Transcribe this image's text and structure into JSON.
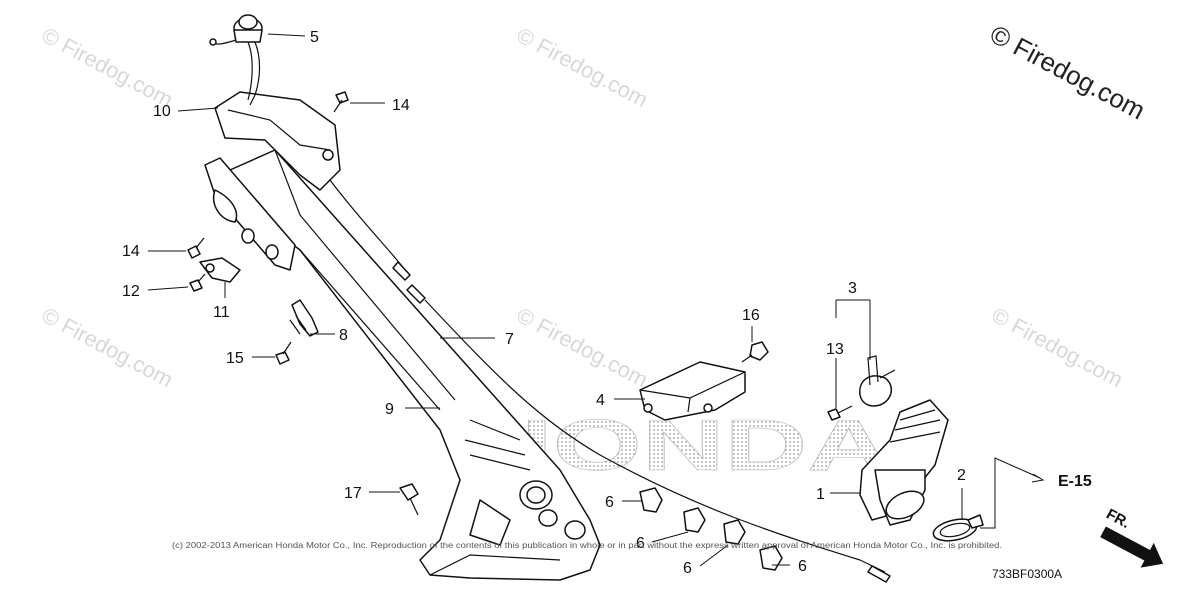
{
  "watermarks": {
    "main": "© Firedog.com",
    "faint": "© Firedog.com"
  },
  "callouts": {
    "c1": "1",
    "c2": "2",
    "c3": "3",
    "c4": "4",
    "c5": "5",
    "c6a": "6",
    "c6b": "6",
    "c6c": "6",
    "c6d": "6",
    "c7": "7",
    "c8": "8",
    "c9": "9",
    "c10": "10",
    "c11": "11",
    "c12": "12",
    "c13": "13",
    "c14a": "14",
    "c14b": "14",
    "c15": "15",
    "c16": "16",
    "c17": "17"
  },
  "reference": "E-15",
  "front_label": "FR.",
  "brand": "HONDA",
  "copyright": "(c) 2002-2013 American Honda Motor Co., Inc. Reproduction of the contents of this publication in whole or in part without the express written approval of American Honda Motor Co., Inc. is prohibited.",
  "diagram_code": "733BF0300A"
}
